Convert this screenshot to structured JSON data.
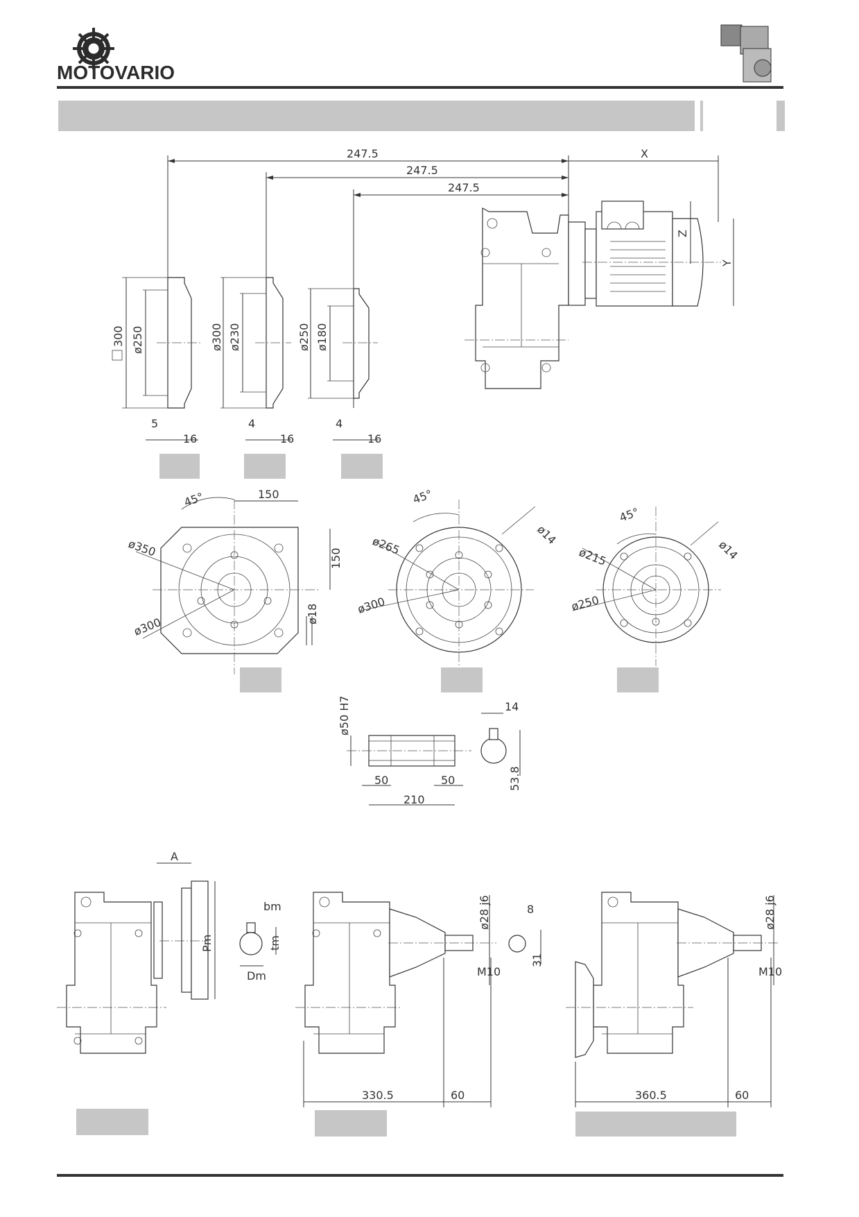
{
  "brand": {
    "name": "MOTOVARIO"
  },
  "icons": {
    "logo": "gear-flower-logo-icon",
    "product": "gearmotor-thumbnail-icon"
  },
  "colors": {
    "header_band": "#c6c6c6",
    "label_box": "#c6c6c6",
    "rule": "#333333"
  },
  "dims": {
    "top_247_1": "247.5",
    "top_247_2": "247.5",
    "top_247_3": "247.5",
    "x": "X",
    "z": "Z",
    "y": "Y",
    "f1_sq": "300",
    "f1_d2": "ø250",
    "f1_a": "5",
    "f1_b": "16",
    "f2_d1": "ø300",
    "f2_d2": "ø230",
    "f2_a": "4",
    "f2_b": "16",
    "f3_d1": "ø250",
    "f3_d2": "ø180",
    "f3_a": "4",
    "f3_b": "16",
    "v1_ang": "45°",
    "v1_w": "150",
    "v1_h": "150",
    "v1_d350": "ø350",
    "v1_d300": "ø300",
    "v1_d18": "ø18",
    "v2_ang": "45°",
    "v2_d265": "ø265",
    "v2_d300": "ø300",
    "v2_d14": "ø14",
    "v3_ang": "45°",
    "v3_d215": "ø215",
    "v3_d250": "ø250",
    "v3_d14": "ø14",
    "h_d50": "ø50 H7",
    "h_14": "14",
    "h_50a": "50",
    "h_50b": "50",
    "h_210": "210",
    "h_538": "53.8",
    "b_A": "A",
    "b_Pm": "Pm",
    "b_bm": "bm",
    "b_tm": "tm",
    "b_Dm": "Dm",
    "b_d28a": "ø28 j6",
    "b_m10a": "M10",
    "b_8": "8",
    "b_31": "31",
    "b_3305": "330.5",
    "b_60a": "60",
    "b_d28b": "ø28 j6",
    "b_m10b": "M10",
    "b_3605": "360.5",
    "b_60b": "60"
  }
}
